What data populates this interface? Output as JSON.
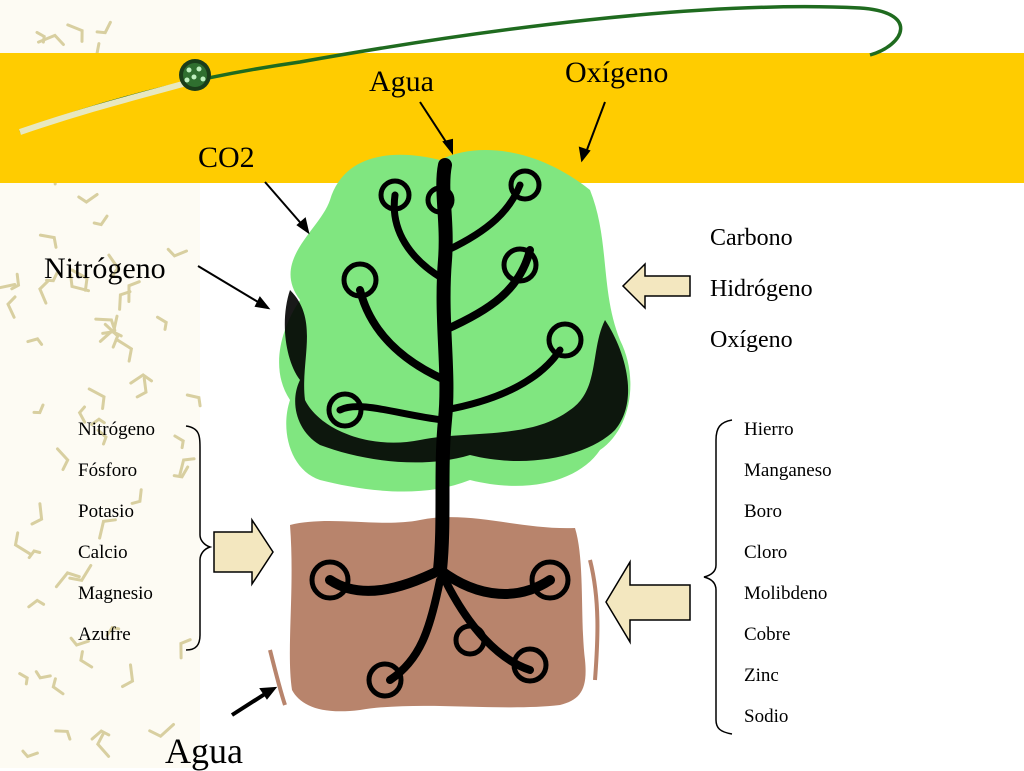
{
  "labels": {
    "agua_top": "Agua",
    "oxigeno_top": "Oxígeno",
    "co2": "CO2",
    "nitrogeno_air": "Nitrógeno",
    "agua_bottom": "Agua"
  },
  "leaf_nutrients": [
    "Carbono",
    "Hidrógeno",
    "Oxígeno"
  ],
  "macronutrients": [
    "Nitrógeno",
    "Fósforo",
    "Potasio",
    "Calcio",
    "Magnesio",
    "Azufre"
  ],
  "micronutrients": [
    "Hierro",
    "Manganeso",
    "Boro",
    "Cloro",
    "Molibdeno",
    "Cobre",
    "Zinc",
    "Sodio"
  ],
  "colors": {
    "banner": "#ffcc00",
    "foliage": "#80e680",
    "soil": "#b8846c",
    "arrow_fill": "#f3e7bf",
    "curve": "#1f6b1f",
    "pattern": "#d8cfa0"
  }
}
